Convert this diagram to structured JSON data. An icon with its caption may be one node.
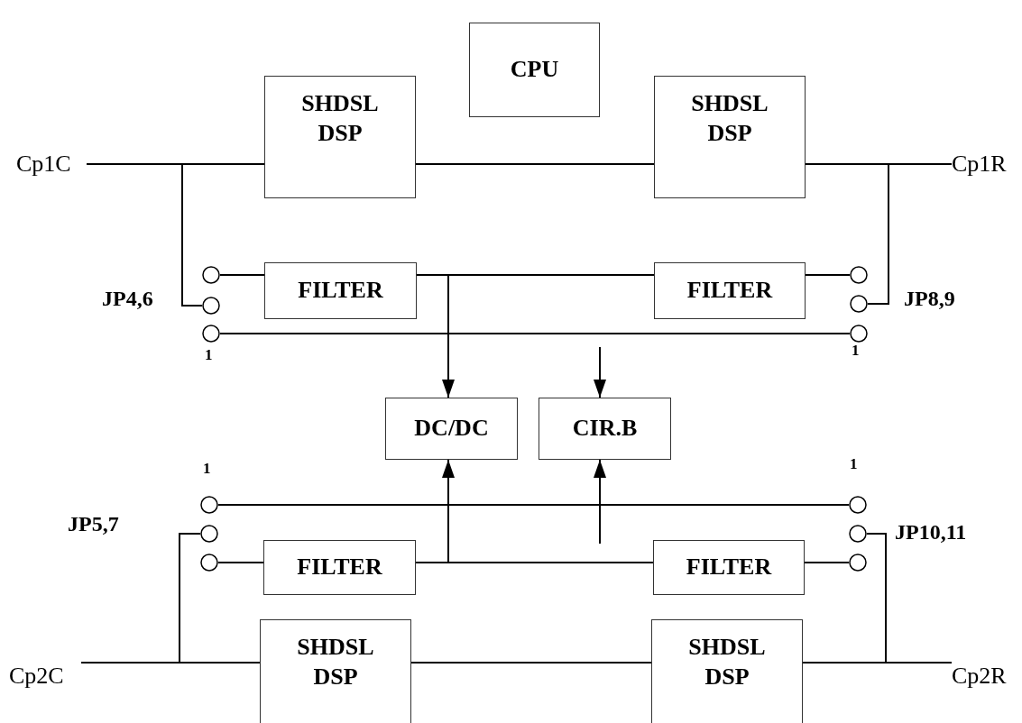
{
  "diagram": {
    "nodes": [
      {
        "text": [
          "CPU"
        ]
      },
      {
        "text": [
          "Cp1C"
        ]
      },
      {
        "text": [
          "SHDSL DSP"
        ]
      },
      {
        "text": [
          "SHDSL DSP"
        ]
      },
      {
        "text": [
          "Cp1R"
        ]
      },
      {
        "text": [],
        "shape": "circle"
      },
      {
        "text": [],
        "shape": "circle"
      },
      {
        "text": [],
        "shape": "circle"
      },
      {
        "text": [
          "FILTER"
        ]
      },
      {
        "text": [
          "FILTER"
        ]
      },
      {
        "text": [],
        "shape": "circle"
      },
      {
        "text": [],
        "shape": "circle"
      },
      {
        "text": [],
        "shape": "circle"
      },
      {
        "text": [
          "DC/DC"
        ]
      },
      {
        "text": [
          "CIR.B"
        ]
      },
      {
        "text": [],
        "shape": "circle"
      },
      {
        "text": [],
        "shape": "circle"
      },
      {
        "text": [],
        "shape": "circle"
      },
      {
        "text": [
          "FILTER"
        ]
      },
      {
        "text": [
          "FILTER"
        ]
      },
      {
        "text": [],
        "shape": "circle"
      },
      {
        "text": [],
        "shape": "circle"
      },
      {
        "text": [],
        "shape": "circle"
      },
      {
        "text": [
          "Cp2C"
        ]
      },
      {
        "text": [
          "SHDSL DSP"
        ]
      },
      {
        "text": [
          "SHDSL DSP"
        ]
      },
      {
        "text": [
          "Cp2R"
        ]
      }
    ],
    "edges": [
      {
        "from": 1,
        "to": 2,
        "arrow": "none"
      },
      {
        "from": 6,
        "to": 1,
        "arrow": "none"
      },
      {
        "from": 2,
        "to": 3,
        "arrow": "none"
      },
      {
        "from": 3,
        "to": 4,
        "arrow": "none"
      },
      {
        "from": 11,
        "to": 4,
        "arrow": "none"
      },
      {
        "from": 5,
        "to": 8,
        "arrow": "none"
      },
      {
        "from": 8,
        "to": 9,
        "arrow": "none"
      },
      {
        "from": 9,
        "to": 10,
        "arrow": "none"
      },
      {
        "from": 7,
        "to": 12,
        "arrow": "none"
      },
      {
        "from": 8,
        "to": 13,
        "arrow": "to"
      },
      {
        "from": null,
        "to": 14,
        "arrow": "to"
      },
      {
        "from": 15,
        "to": 20,
        "arrow": "none"
      },
      {
        "from": null,
        "to": 14,
        "arrow": "to"
      },
      {
        "from": 17,
        "to": 18,
        "arrow": "none"
      },
      {
        "from": 18,
        "to": 19,
        "arrow": "none"
      },
      {
        "from": 19,
        "to": 22,
        "arrow": "none"
      },
      {
        "from": 18,
        "to": 13,
        "arrow": "to"
      },
      {
        "from": 23,
        "to": 24,
        "arrow": "none"
      },
      {
        "from": 16,
        "to": 23,
        "arrow": "none"
      },
      {
        "from": 24,
        "to": 25,
        "arrow": "none"
      },
      {
        "from": 25,
        "to": 26,
        "arrow": "none"
      },
      {
        "from": 21,
        "to": 26,
        "arrow": "none"
      }
    ],
    "labels": [
      "JP4,6",
      "JP8,9",
      "1",
      "1",
      "1",
      "1",
      "JP5,7",
      "JP10,11"
    ]
  }
}
